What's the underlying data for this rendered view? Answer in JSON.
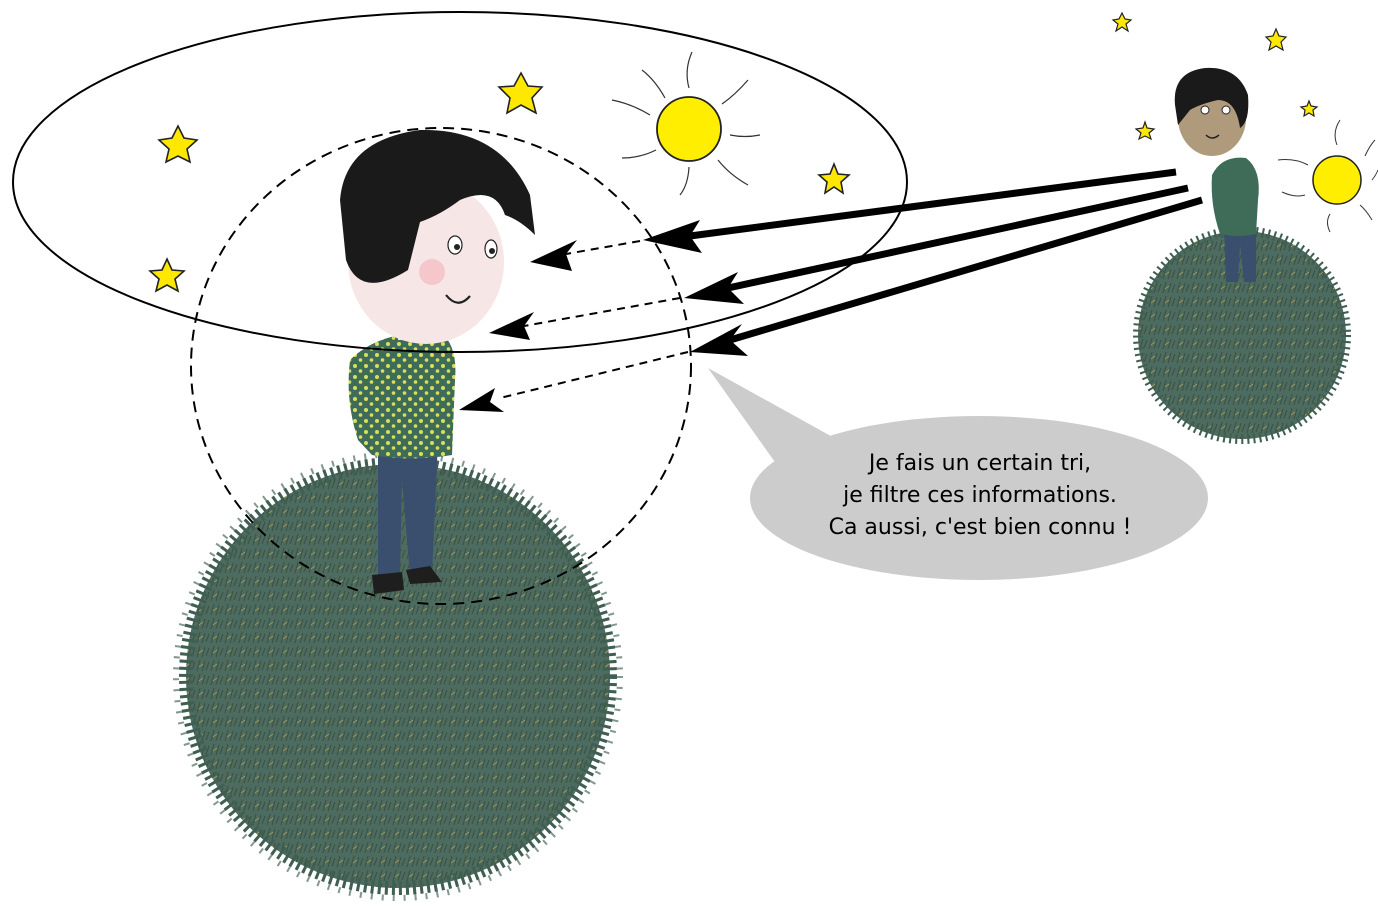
{
  "speech_bubble": {
    "lines": [
      "Je fais un certain tri,",
      "je filtre ces informations.",
      "Ca aussi, c'est bien connu !"
    ]
  },
  "colors": {
    "background": "#ffffff",
    "planet_green": "#4d6b5e",
    "grass_green": "#3f5f52",
    "grass_yellow": "#a89a55",
    "star_yellow": "#ffe800",
    "sun_yellow": "#ffee00",
    "bubble_gray": "#cccccc",
    "shirt_green": "#3f6b59",
    "shirt_dots": "#d7e05a",
    "trousers": "#3a4f6e",
    "skin_light": "#f7e6e6",
    "skin_dark": "#b09a7c",
    "hair": "#1a1a1a"
  },
  "icons": {
    "star": "star-icon",
    "sun": "sun-icon",
    "arrow": "arrowhead-icon"
  }
}
